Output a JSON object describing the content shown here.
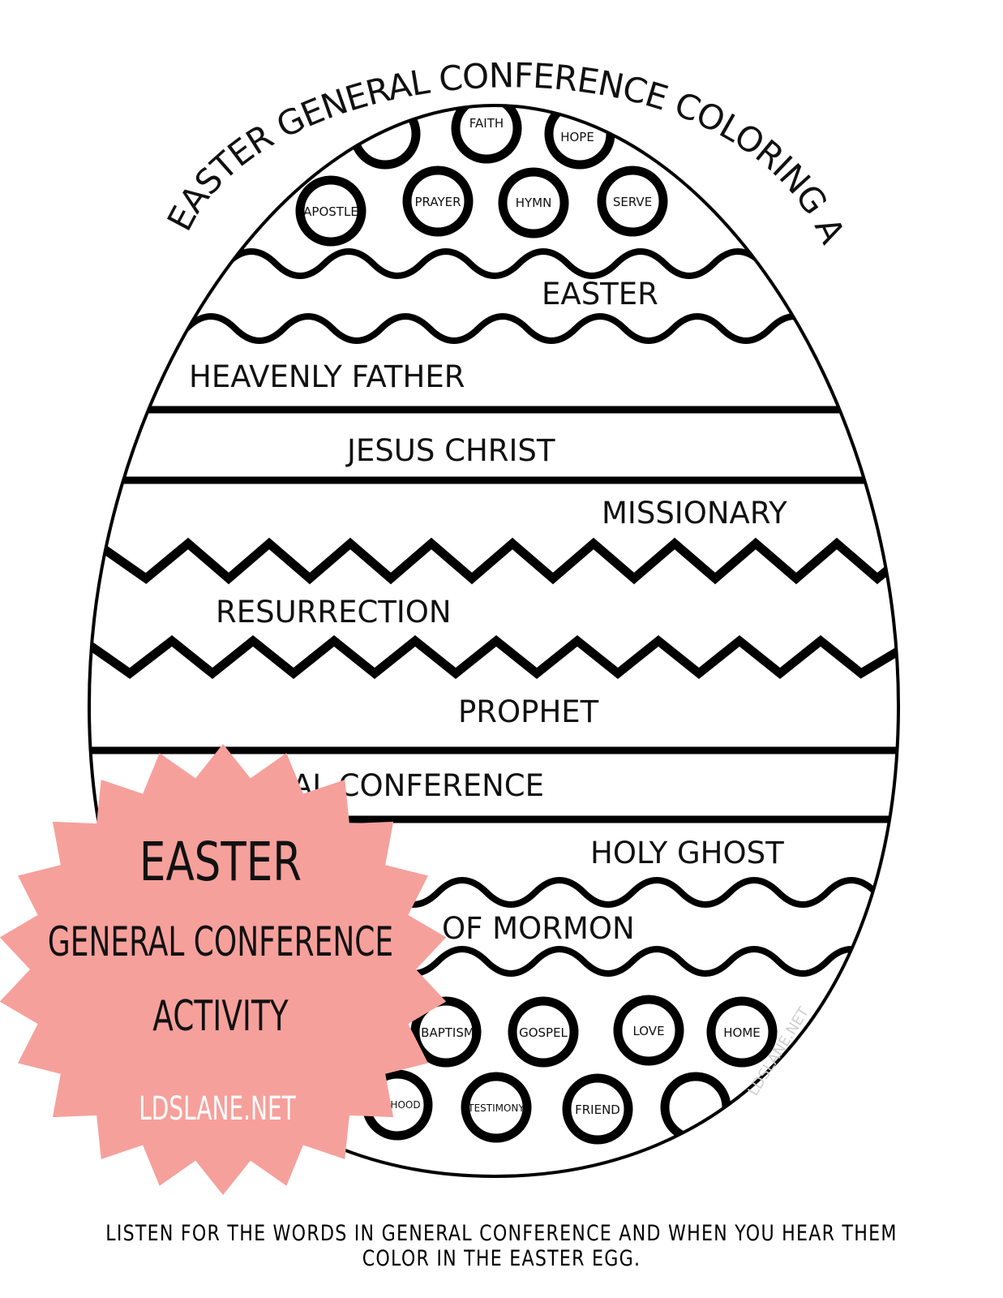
{
  "title": "EASTER GENERAL CONFERENCE COLORING ACTIVITY",
  "top_words": [
    "FAITH",
    "HOPE",
    "APOSTLE",
    "PRAYER",
    "HYMN",
    "SERVE"
  ],
  "bands": {
    "easter": "EASTER",
    "heavenly_father": "HEAVENLY FATHER",
    "jesus_christ": "JESUS CHRIST",
    "missionary": "MISSIONARY",
    "resurrection": "RESURRECTION",
    "prophet": "PROPHET",
    "general_conference": "AL CONFERENCE",
    "holy_ghost": "HOLY GHOST",
    "book_of_mormon": "OF MORMON"
  },
  "bottom_words": [
    "BAPTISM",
    "GOSPEL",
    "LOVE",
    "HOME",
    "HOOD",
    "TESTIMONY",
    "FRIEND"
  ],
  "badge": {
    "line1": "EASTER",
    "line2": "GENERAL CONFERENCE",
    "line3": "ACTIVITY",
    "site": "LDSLANE.NET",
    "color": "#f6a09b"
  },
  "watermark": "LDSLANE.NET",
  "footer": "LISTEN FOR THE WORDS IN GENERAL CONFERENCE AND WHEN YOU HEAR THEM COLOR IN THE EASTER EGG."
}
